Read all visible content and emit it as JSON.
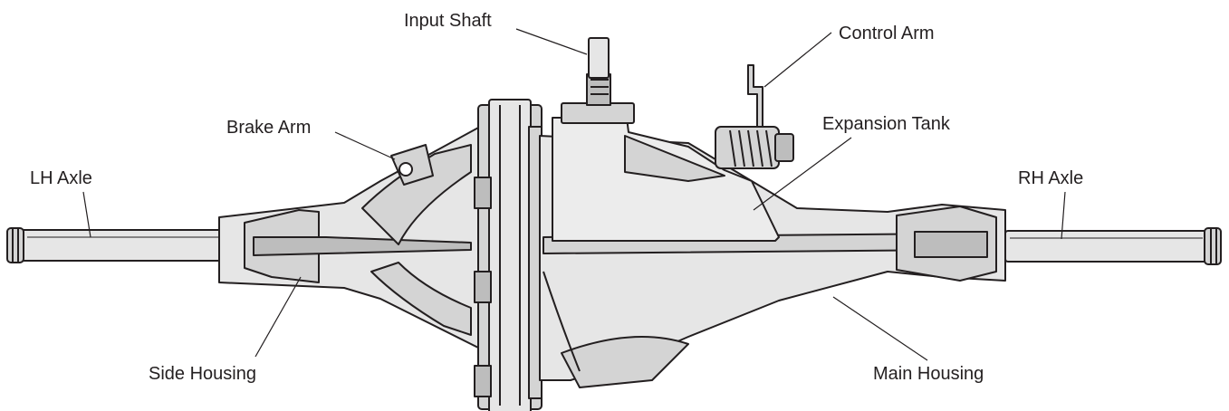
{
  "labels": {
    "input_shaft": "Input Shaft",
    "control_arm": "Control Arm",
    "brake_arm": "Brake Arm",
    "expansion_tank": "Expansion Tank",
    "lh_axle": "LH Axle",
    "rh_axle": "RH Axle",
    "side_housing": "Side Housing",
    "main_housing": "Main Housing"
  },
  "colors": {
    "outline": "#231f20",
    "body_fill": "#e6e6e6",
    "shade_fill": "#d4d4d4",
    "dark_fill": "#bdbdbd",
    "text": "#231f20"
  }
}
